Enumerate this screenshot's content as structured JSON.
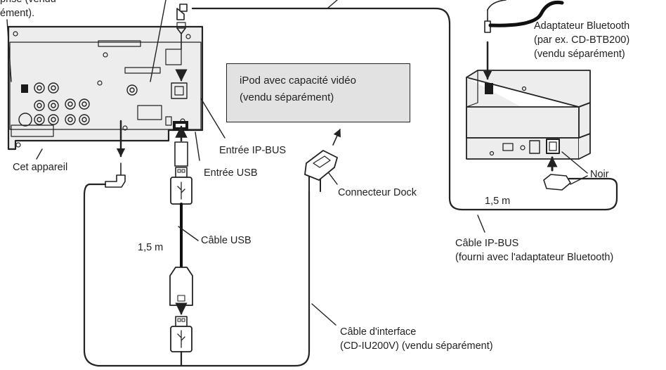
{
  "labels": {
    "jack_line1": "prise (vendu",
    "jack_line2": "ément).",
    "cet_appareil": "Cet appareil",
    "ipod_line1": "iPod avec capacité vidéo",
    "ipod_line2": "(vendu séparément)",
    "entree_ipbus": "Entrée IP-BUS",
    "entree_usb": "Entrée USB",
    "connecteur_dock": "Connecteur Dock",
    "bt_line1": "Adaptateur Bluetooth",
    "bt_line2": "(par ex. CD-BTB200)",
    "bt_line3": "(vendu séparément)",
    "noir": "Noir",
    "len_right": "1,5 m",
    "len_usb": "1,5 m",
    "cable_usb": "Câble USB",
    "ipbus_line1": "Câble IP-BUS",
    "ipbus_line2": "(fourni avec l'adaptateur Bluetooth)",
    "iface_line1": "Câble d'interface",
    "iface_line2": "(CD-IU200V) (vendu séparément)"
  },
  "colors": {
    "ink": "#222222",
    "panel_fill": "#ededed",
    "ipod_fill": "#e2e2e2",
    "dark": "#1a1a1a"
  }
}
